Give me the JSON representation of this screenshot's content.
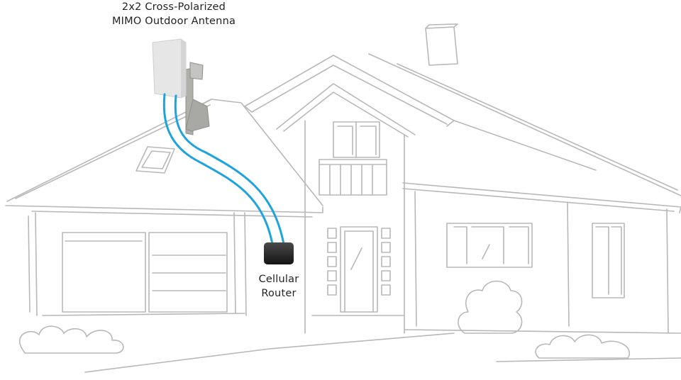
{
  "antenna": {
    "label_line1": "2x2 Cross-Polarized",
    "label_line2": "MIMO Outdoor Antenna"
  },
  "router": {
    "label_line1": "Cellular",
    "label_line2": "Router"
  },
  "colors": {
    "sketch": "#b5b5b5",
    "cable": "#1ea3dc",
    "router": "#2a2a2a",
    "antenna_panel": "#e6e6e6",
    "bracket": "#a8a8a4"
  }
}
